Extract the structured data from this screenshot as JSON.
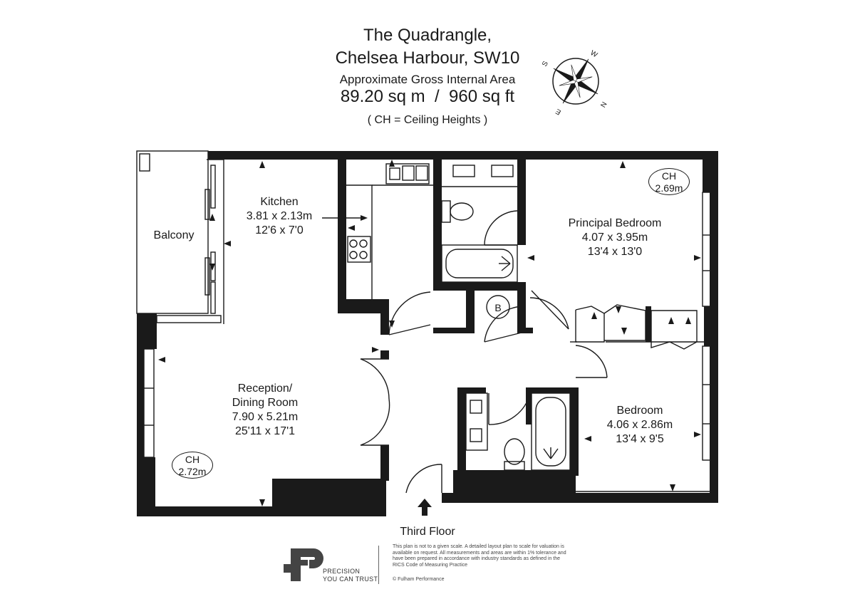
{
  "header": {
    "line1": "The Quadrangle,",
    "line2": "Chelsea Harbour, SW10",
    "area_label": "Approximate Gross Internal Area",
    "area_value": "89.20 sq m  /  960 sq ft",
    "note": "( CH = Ceiling Heights )"
  },
  "compass": {
    "n": "N",
    "e": "E",
    "s": "S",
    "w": "W"
  },
  "rooms": {
    "kitchen": {
      "name": "Kitchen",
      "metric": "3.81 x 2.13m",
      "imperial": "12'6 x 7'0"
    },
    "balcony": {
      "name": "Balcony"
    },
    "principal": {
      "name": "Principal Bedroom",
      "metric": "4.07 x 3.95m",
      "imperial": "13'4 x 13'0"
    },
    "reception": {
      "name_line1": "Reception/",
      "name_line2": "Dining Room",
      "metric": "7.90 x 5.21m",
      "imperial": "25'11 x 17'1"
    },
    "bedroom": {
      "name": "Bedroom",
      "metric": "4.06 x 2.86m",
      "imperial": "13'4 x 9'5"
    },
    "boiler": {
      "label": "B"
    }
  },
  "ceiling": {
    "reception": {
      "label": "CH",
      "value": "2.72m"
    },
    "principal": {
      "label": "CH",
      "value": "2.69m"
    }
  },
  "floor_label": "Third Floor",
  "brand": {
    "line1": "PRECISION",
    "line2": "YOU CAN TRUST"
  },
  "disclaimer": "This plan is not to a given scale. A detailed layout plan to scale for valuation is available on request. All measurements and areas are within 1% tolerance and have been prepared in accordance with industry standards as defined in the RICS Code of Measuring Practice",
  "copyright": "© Fulham Performance",
  "colors": {
    "wall": "#1a1a1a",
    "line": "#1a1a1a",
    "background": "#ffffff"
  }
}
